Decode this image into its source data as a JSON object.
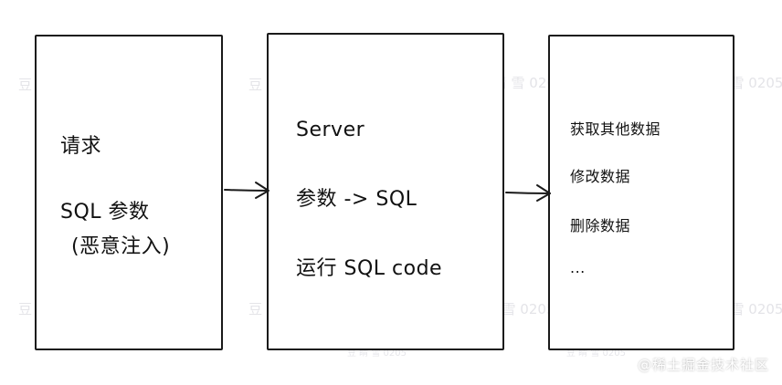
{
  "boxes": {
    "request": {
      "line1": "请求",
      "line2": "SQL 参数",
      "line3": "(恶意注入)"
    },
    "server": {
      "line1": "Server",
      "line2": "参数 -> SQL",
      "line3": "运行 SQL code"
    },
    "result": {
      "item1": "获取其他数据",
      "item2": "修改数据",
      "item3": "删除数据",
      "item4": "..."
    }
  },
  "watermarks": {
    "big": "豆 睛 雪 0205",
    "small": "豆 睛 雪 0205"
  },
  "credit": "@稀土掘金技术社区",
  "colors": {
    "stroke": "#1a1a1a",
    "background": "#ffffff",
    "watermark": "#e4e4e8"
  }
}
